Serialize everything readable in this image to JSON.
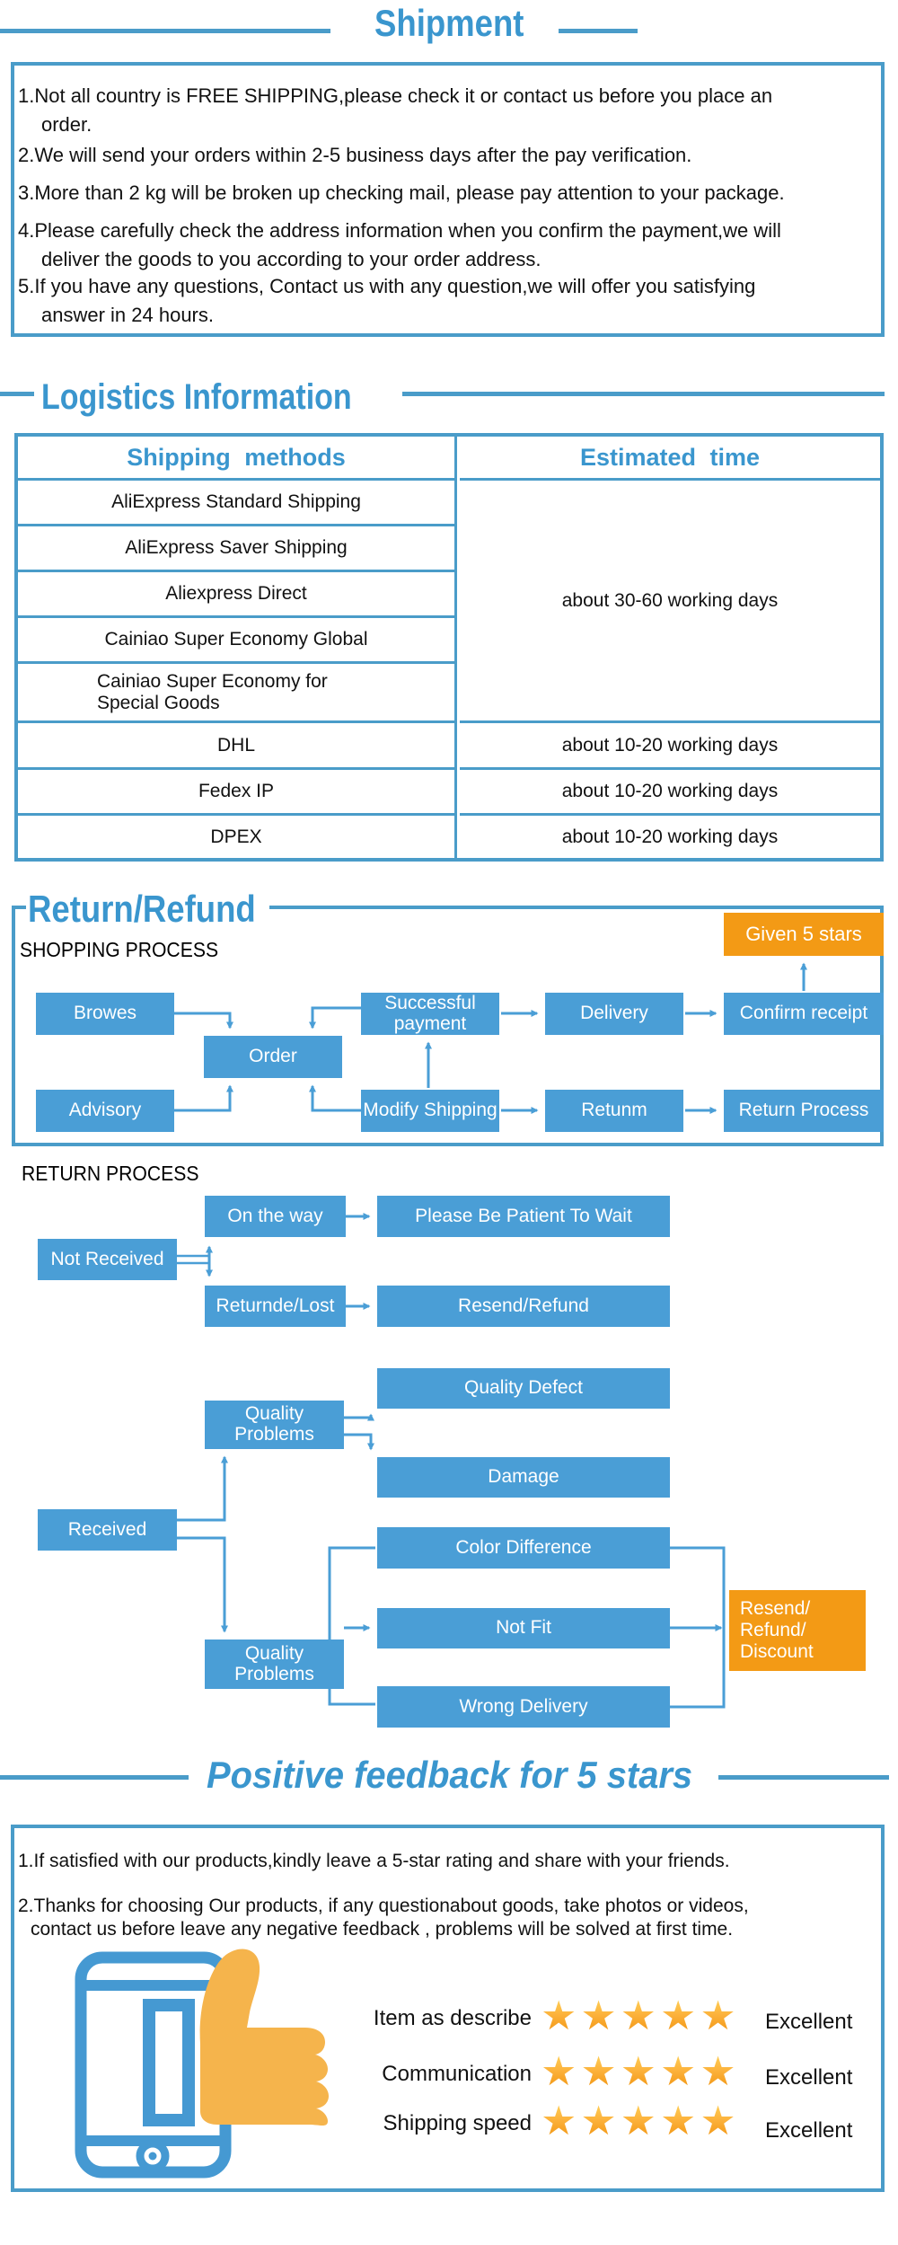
{
  "colors": {
    "accent_blue": "#3a96ce",
    "line_blue": "#4a9cc9",
    "flow_blue": "#4a9ed6",
    "orange": "#f39a15",
    "thumb_orange": "#f5b44c",
    "star_orange": "#f7a11b"
  },
  "shipment": {
    "title": "Shipment",
    "items": [
      {
        "lines": [
          "1.Not all country is FREE SHIPPING,please check it or contact us before you place an",
          "order."
        ]
      },
      {
        "lines": [
          "2.We will send your orders within 2-5 business days after the pay verification."
        ]
      },
      {
        "lines": [
          "3.More than 2 kg will be broken up checking mail, please pay attention to your package."
        ]
      },
      {
        "lines": [
          "4.Please carefully check the address information when you confirm the payment,we will",
          "deliver the goods to you according to your order address."
        ]
      },
      {
        "lines": [
          "5.If you have any questions, Contact us with any question,we will offer you satisfying",
          "answer in 24 hours."
        ]
      }
    ]
  },
  "logistics": {
    "title": "Logistics  Information",
    "headers": [
      "Shipping methods",
      "Estimated time"
    ],
    "methods": [
      [
        "AliExpress Standard Shipping"
      ],
      [
        "AliExpress Saver Shipping"
      ],
      [
        "Aliexpress Direct"
      ],
      [
        "Cainiao Super Economy Global"
      ],
      [
        "Cainiao Super Economy for",
        "Special Goods"
      ],
      [
        "DHL"
      ],
      [
        "Fedex IP"
      ],
      [
        "DPEX"
      ]
    ],
    "times": {
      "group": "about 30-60 working days",
      "dhl": "about 10-20 working days",
      "fedex": "about 10-20 working days",
      "dpex": "about 10-20 working days"
    }
  },
  "return_refund": {
    "title": "Return/Refund",
    "shopping_label": "SHOPPING PROCESS",
    "return_label": "RETURN PROCESS",
    "nodes": {
      "given_5_stars": "Given 5 stars",
      "browes": "Browes",
      "order": "Order",
      "successful_payment": "Successful payment",
      "delivery": "Delivery",
      "confirm_receipt": "Confirm receipt",
      "advisory": "Advisory",
      "modify_shipping": "Modify Shipping",
      "retunm": "Retunm",
      "return_process": "Return Process",
      "not_received": "Not Received",
      "on_the_way": "On the way",
      "be_patient": "Please Be Patient To Wait",
      "returnde_lost": "Returnde/Lost",
      "resend_refund": "Resend/Refund",
      "received": "Received",
      "quality_problems_upper": "Quality Problems",
      "quality_defect": "Quality Defect",
      "damage": "Damage",
      "color_difference": "Color Difference",
      "not_fit": "Not Fit",
      "quality_problems_lower": "Quality Problems",
      "wrong_delivery": "Wrong Delivery",
      "resend_refund_discount": "Resend/ Refund/ Discount"
    }
  },
  "feedback": {
    "title": "Positive feedback for 5 stars",
    "items": [
      {
        "lines": [
          "1.If satisfied with our products,kindly leave a 5-star rating and share with your friends."
        ]
      },
      {
        "lines": [
          "2.Thanks for choosing Our products, if any questionabout goods, take photos or videos,",
          "contact us before leave any negative feedback , problems will be solved at first time."
        ]
      }
    ],
    "ratings": [
      {
        "label": "Item as describe",
        "stars": "★★★★★",
        "grade": "Excellent"
      },
      {
        "label": "Communication",
        "stars": "★★★★★",
        "grade": "Excellent"
      },
      {
        "label": "Shipping speed",
        "stars": "★★★★★",
        "grade": "Excellent"
      }
    ]
  }
}
